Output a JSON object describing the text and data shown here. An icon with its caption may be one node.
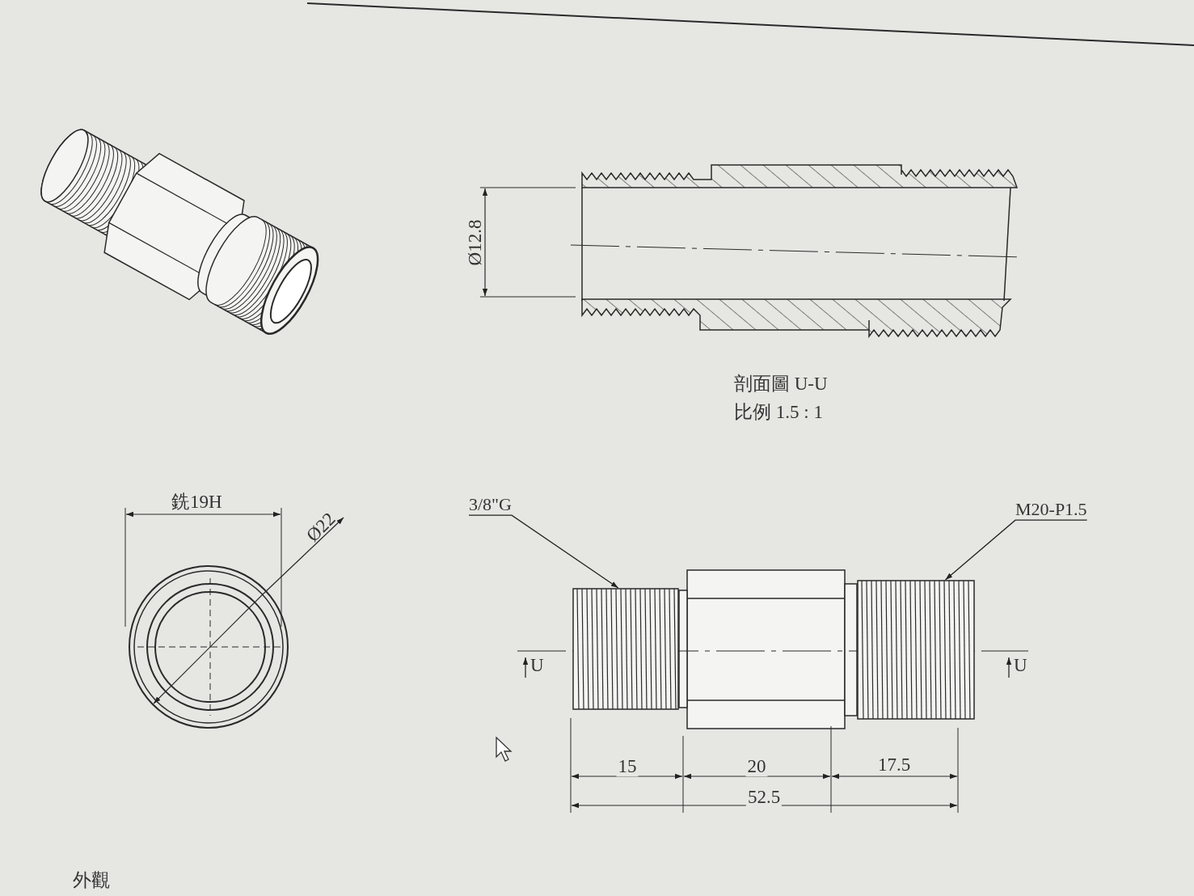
{
  "diagram": {
    "nodes": [
      {
        "text": [
          "3/8\"G"
        ]
      },
      {
        "text": [],
        "shape": "picture"
      },
      {
        "text": [
          "M20-P1.5"
        ]
      },
      {
        "text": [],
        "shape": "picture"
      }
    ],
    "edges": [
      {
        "from": 0,
        "to": 1,
        "arrow": "to"
      },
      {
        "from": 2,
        "to": 3,
        "arrow": "to"
      }
    ],
    "labels": [
      "Ø12.8",
      "剖面圖 U-U",
      "比例 1.5 : 1",
      "銑19H",
      "Ø22",
      "U",
      "U",
      "15",
      "20",
      "17.5",
      "52.5",
      "外觀"
    ]
  }
}
